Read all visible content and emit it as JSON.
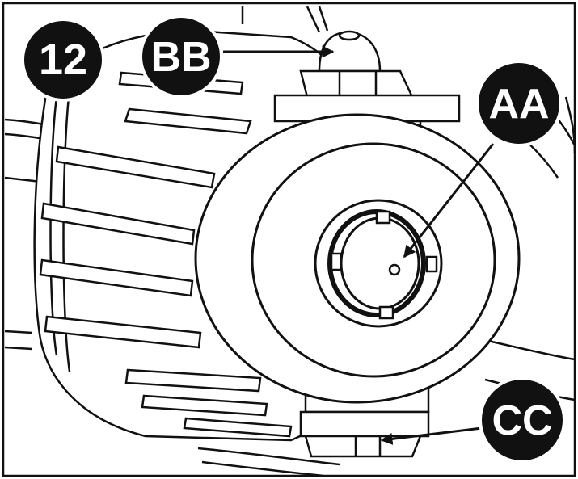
{
  "figure": {
    "callouts": {
      "c12": {
        "label": "12"
      },
      "bb": {
        "label": "BB"
      },
      "aa": {
        "label": "AA"
      },
      "cc": {
        "label": "CC"
      }
    },
    "colors": {
      "ink": "#111111",
      "paper": "#ffffff",
      "callout_fill": "#111111",
      "callout_text": "#ffffff"
    }
  }
}
